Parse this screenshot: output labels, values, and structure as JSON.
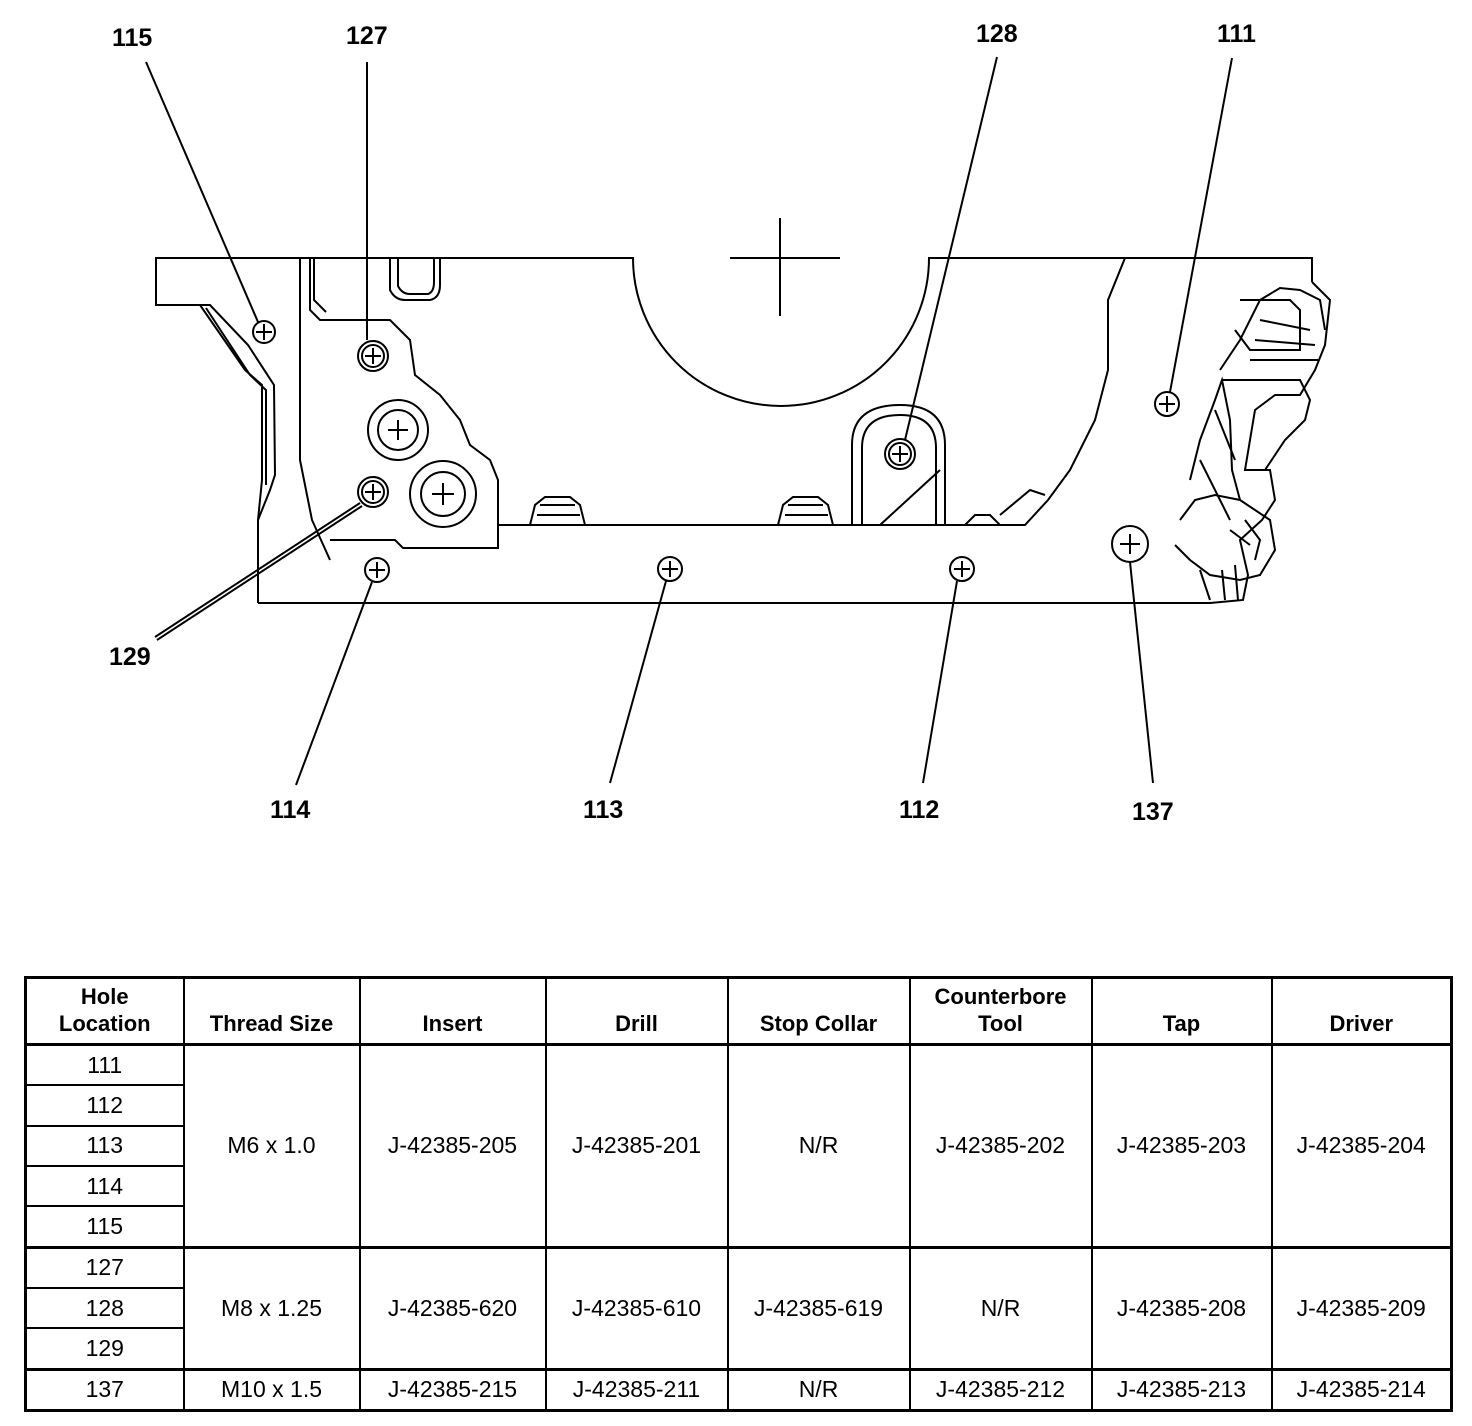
{
  "callouts": {
    "c115": "115",
    "c127": "127",
    "c128": "128",
    "c111": "111",
    "c129": "129",
    "c114": "114",
    "c113": "113",
    "c112": "112",
    "c137": "137"
  },
  "table": {
    "headers": {
      "hole_location_1": "Hole",
      "hole_location_2": "Location",
      "thread_size": "Thread Size",
      "insert": "Insert",
      "drill": "Drill",
      "stop_collar": "Stop Collar",
      "counterbore_1": "Counterbore",
      "counterbore_2": "Tool",
      "tap": "Tap",
      "driver": "Driver"
    },
    "groups": [
      {
        "holes": [
          "111",
          "112",
          "113",
          "114",
          "115"
        ],
        "thread_size": "M6 x 1.0",
        "insert": "J-42385-205",
        "drill": "J-42385-201",
        "stop_collar": "N/R",
        "counterbore_tool": "J-42385-202",
        "tap": "J-42385-203",
        "driver": "J-42385-204"
      },
      {
        "holes": [
          "127",
          "128",
          "129"
        ],
        "thread_size": "M8 x 1.25",
        "insert": "J-42385-620",
        "drill": "J-42385-610",
        "stop_collar": "J-42385-619",
        "counterbore_tool": "N/R",
        "tap": "J-42385-208",
        "driver": "J-42385-209"
      },
      {
        "holes": [
          "137"
        ],
        "thread_size": "M10 x 1.5",
        "insert": "J-42385-215",
        "drill": "J-42385-211",
        "stop_collar": "N/R",
        "counterbore_tool": "J-42385-212",
        "tap": "J-42385-213",
        "driver": "J-42385-214"
      }
    ]
  }
}
